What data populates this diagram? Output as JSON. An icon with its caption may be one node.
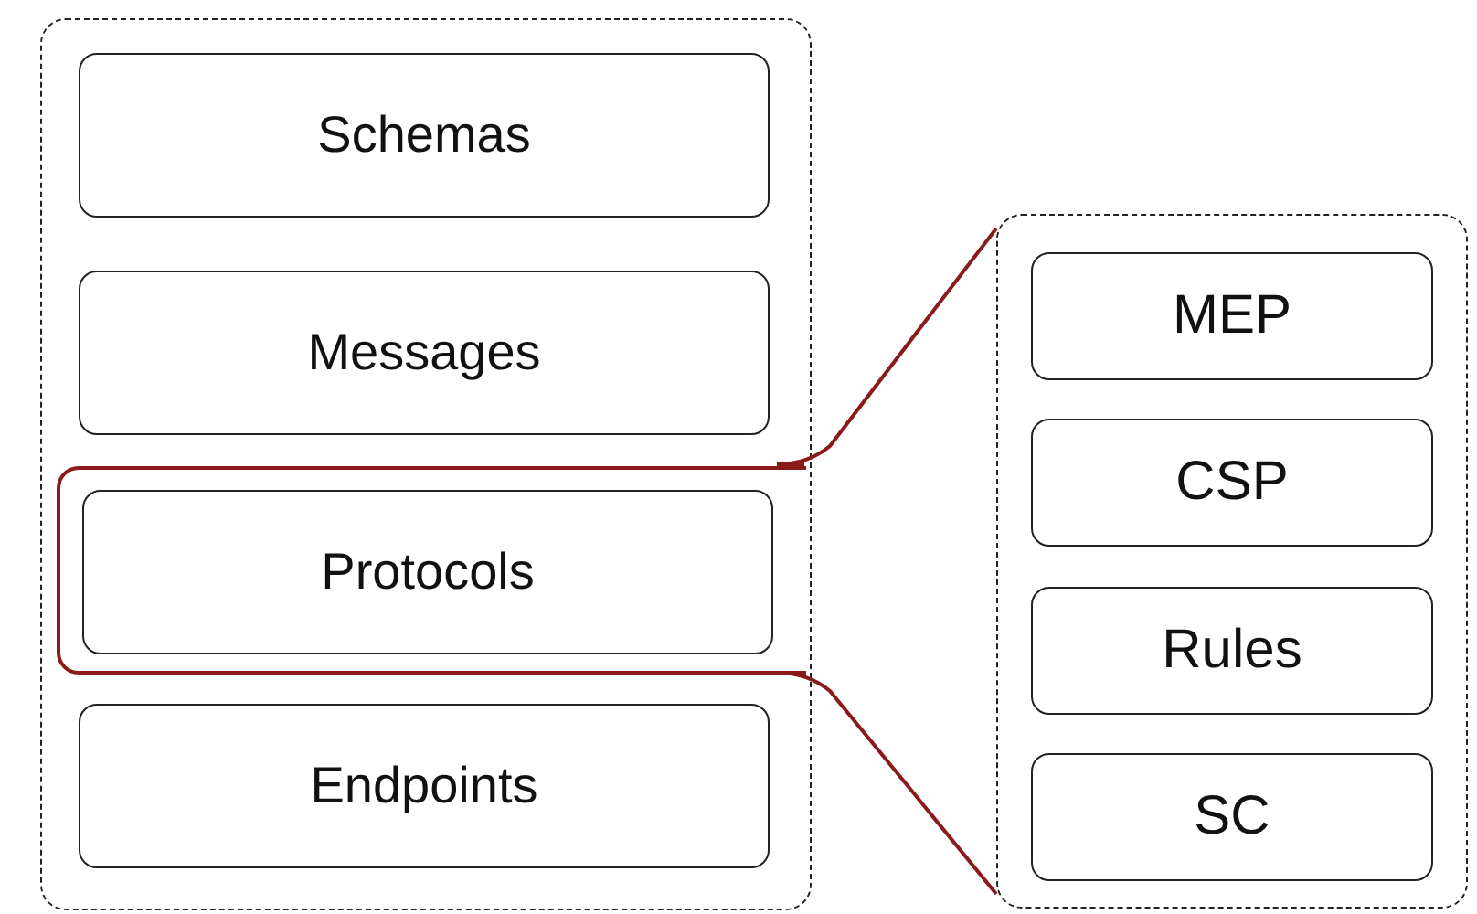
{
  "diagram": {
    "nodes": [
      {
        "text": [],
        "shape": "box"
      },
      {
        "text": [
          "Schemas"
        ],
        "in": 0
      },
      {
        "text": [
          "Messages"
        ],
        "in": 0
      },
      {
        "text": [],
        "shape": "box",
        "in": 0
      },
      {
        "text": [
          "Protocols"
        ],
        "in": 3
      },
      {
        "text": [
          "Endpoints"
        ],
        "in": 0
      },
      {
        "text": [],
        "shape": "box"
      },
      {
        "text": [
          "MEP"
        ],
        "in": 6
      },
      {
        "text": [
          "CSP"
        ],
        "in": 6
      },
      {
        "text": [
          "Rules"
        ],
        "in": 6
      },
      {
        "text": [
          "SC"
        ],
        "in": 6
      }
    ],
    "edges": [
      {
        "from": 3,
        "to": 6,
        "arrow": "none",
        "color": "#8b1a1a"
      },
      {
        "from": 3,
        "to": 6,
        "arrow": "none",
        "color": "#8b1a1a"
      }
    ]
  }
}
